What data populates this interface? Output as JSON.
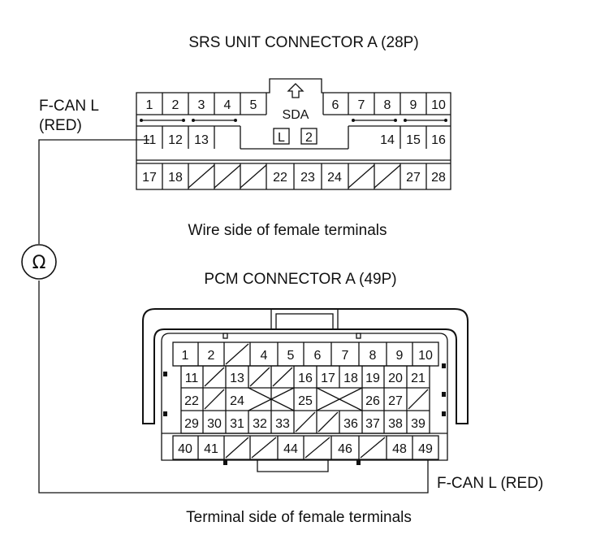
{
  "srs": {
    "title": "SRS UNIT CONNECTOR A (28P)",
    "wire_label_line1": "F-CAN L",
    "wire_label_line2": "(RED)",
    "sda_label": "SDA",
    "marker_l": "L",
    "marker_2": "2",
    "caption": "Wire side of female terminals",
    "row1": [
      "1",
      "2",
      "3",
      "4",
      "5",
      "6",
      "7",
      "8",
      "9",
      "10"
    ],
    "row2": [
      "11",
      "12",
      "13",
      "14",
      "15",
      "16"
    ],
    "row3": [
      "17",
      "18",
      "22",
      "23",
      "24",
      "27",
      "28"
    ]
  },
  "meter": {
    "symbol": "Ω"
  },
  "pcm": {
    "title": "PCM CONNECTOR A (49P)",
    "wire_label": "F-CAN L (RED)",
    "caption": "Terminal side of female terminals",
    "row1": [
      "1",
      "2",
      "4",
      "5",
      "6",
      "7",
      "8",
      "9",
      "10"
    ],
    "row2": [
      "11",
      "13",
      "16",
      "17",
      "18",
      "19",
      "20",
      "21"
    ],
    "row3": [
      "22",
      "24",
      "25",
      "26",
      "27"
    ],
    "row4": [
      "29",
      "30",
      "31",
      "32",
      "33",
      "36",
      "37",
      "38",
      "39"
    ],
    "row5": [
      "40",
      "41",
      "44",
      "46",
      "48",
      "49"
    ]
  }
}
